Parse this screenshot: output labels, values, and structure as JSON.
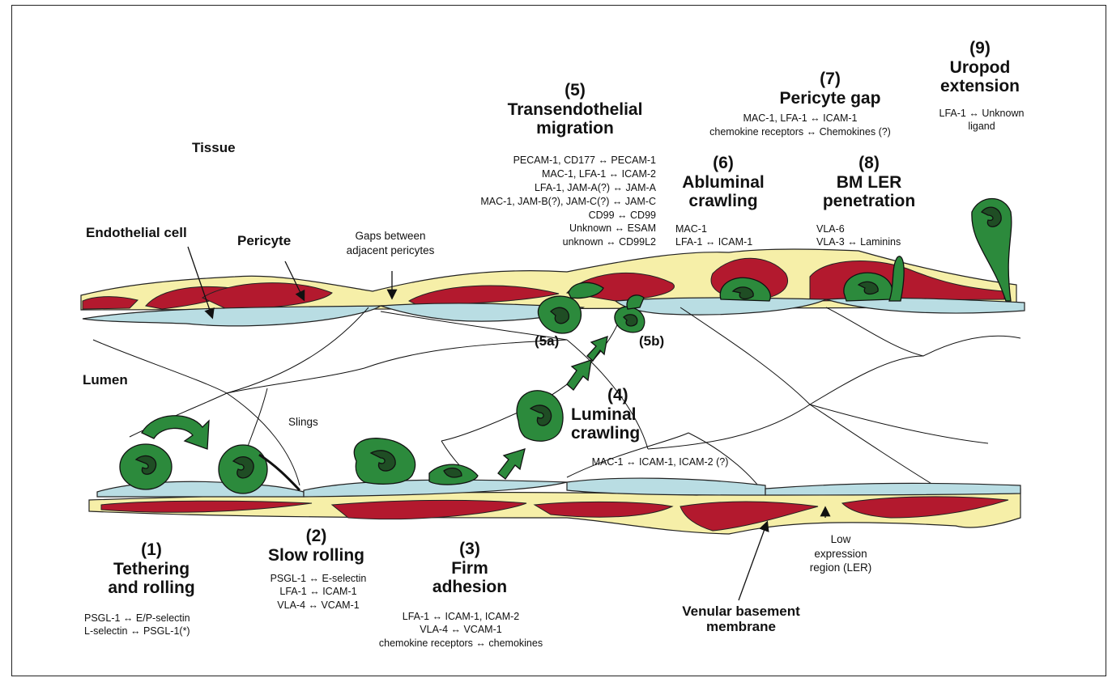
{
  "regions": {
    "tissue": "Tissue",
    "lumen": "Lumen",
    "endothelial_cell": "Endothelial cell",
    "pericyte": "Pericyte",
    "gaps": "Gaps between adjacent pericytes",
    "slings": "Slings",
    "ler": "Low expression region (LER)",
    "basement_membrane": "Venular basement membrane"
  },
  "steps": {
    "s1": {
      "num": "(1)",
      "title": [
        "Tethering",
        "and rolling"
      ],
      "pairs": [
        "PSGL-1 ↔ E/P-selectin",
        "L-selectin ↔ PSGL-1(*)"
      ]
    },
    "s2": {
      "num": "(2)",
      "title": [
        "Slow rolling"
      ],
      "pairs": [
        "PSGL-1 ↔ E-selectin",
        "LFA-1 ↔ ICAM-1",
        "VLA-4 ↔ VCAM-1"
      ]
    },
    "s3": {
      "num": "(3)",
      "title": [
        "Firm",
        "adhesion"
      ],
      "pairs": [
        "LFA-1 ↔ ICAM-1, ICAM-2",
        "VLA-4 ↔ VCAM-1",
        "chemokine receptors ↔ chemokines"
      ]
    },
    "s4": {
      "num": "(4)",
      "title": [
        "Luminal",
        "crawling"
      ],
      "pairs": [
        "MAC-1 ↔ ICAM-1, ICAM-2 (?)"
      ]
    },
    "s5": {
      "num": "(5)",
      "title": [
        "Transendothelial",
        "migration"
      ],
      "pairs": [
        "PECAM-1, CD177 ↔ PECAM-1",
        "MAC-1, LFA-1 ↔ ICAM-2",
        "LFA-1, JAM-A(?) ↔ JAM-A",
        "MAC-1, JAM-B(?), JAM-C(?) ↔ JAM-C",
        "CD99 ↔ CD99",
        "Unknown ↔ ESAM",
        "unknown ↔ CD99L2"
      ]
    },
    "s5a": "(5a)",
    "s5b": "(5b)",
    "s6": {
      "num": "(6)",
      "title": [
        "Abluminal",
        "crawling"
      ],
      "pairs": [
        "MAC-1",
        "LFA-1 ↔ ICAM-1"
      ]
    },
    "s7": {
      "num": "(7)",
      "title": [
        "Pericyte gap"
      ],
      "pairs": [
        "MAC-1, LFA-1 ↔ ICAM-1",
        "chemokine receptors ↔ Chemokines (?)"
      ]
    },
    "s8": {
      "num": "(8)",
      "title": [
        "BM LER",
        "penetration"
      ],
      "pairs": [
        "VLA-6",
        "VLA-3 ↔ Laminins"
      ]
    },
    "s9": {
      "num": "(9)",
      "title": [
        "Uropod",
        "extension"
      ],
      "pairs": [
        "LFA-1 ↔ Unknown ligand"
      ]
    }
  },
  "colors": {
    "pericyte": "#b3192e",
    "basement_membrane": "#f6efa8",
    "endothelium": "#b9dde3",
    "leukocyte": "#2c8a3c",
    "nucleus": "#1f4d24",
    "outline": "#1a1a1a"
  }
}
